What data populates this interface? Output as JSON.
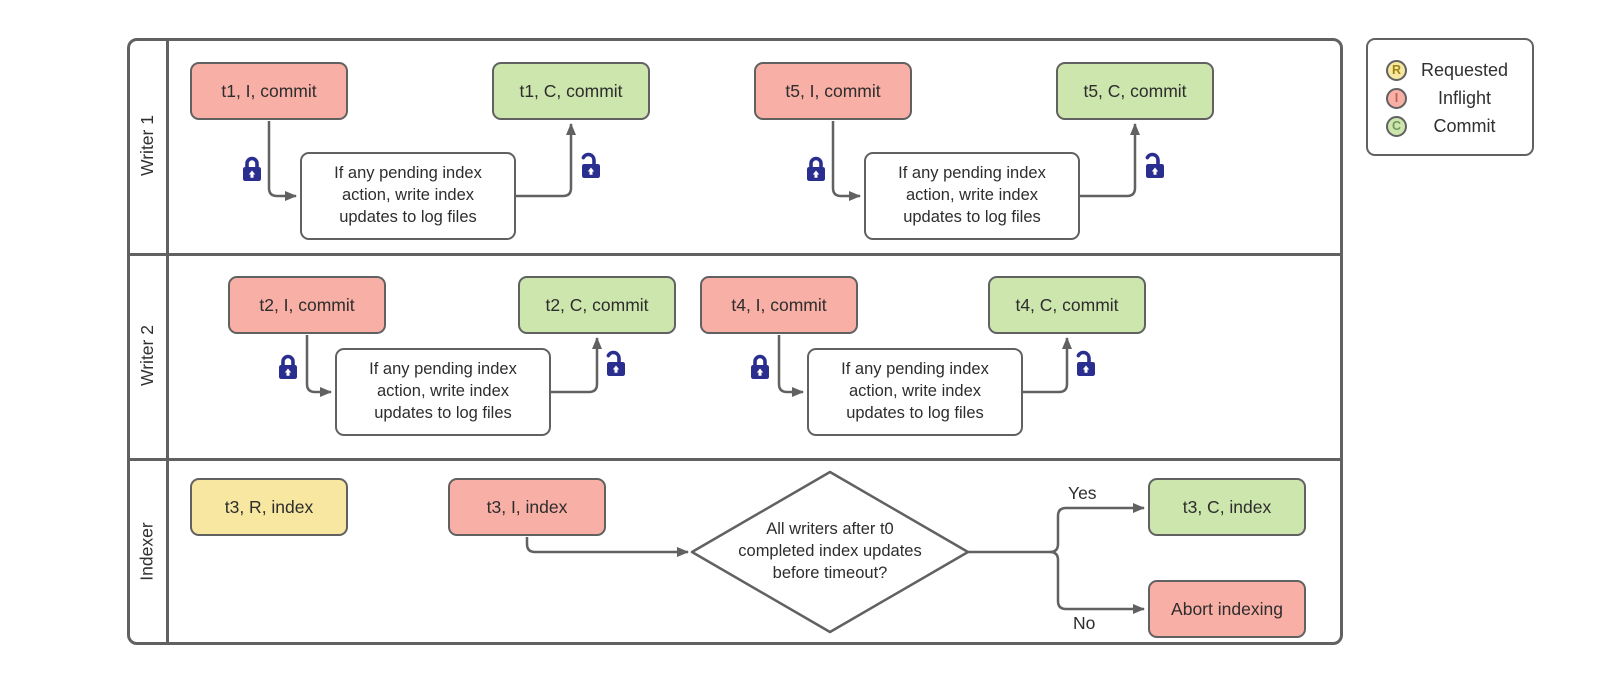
{
  "diagram": {
    "lanes": [
      {
        "label": "Writer 1"
      },
      {
        "label": "Writer 2"
      },
      {
        "label": "Indexer"
      }
    ],
    "nodes": {
      "t1i": "t1, I, commit",
      "t1c": "t1, C, commit",
      "t5i": "t5, I, commit",
      "t5c": "t5, C, commit",
      "t2i": "t2, I, commit",
      "t2c": "t2, C, commit",
      "t4i": "t4, I, commit",
      "t4c": "t4, C, commit",
      "t3r": "t3, R, index",
      "t3i": "t3, I, index",
      "t3c": "t3, C, index",
      "abort": "Abort indexing"
    },
    "process_text": "If any pending index\naction, write index\nupdates to log files",
    "decision": {
      "text": "All writers after t0\ncompleted index updates\nbefore timeout?"
    },
    "branch_labels": {
      "yes": "Yes",
      "no": "No"
    }
  },
  "legend": {
    "items": [
      {
        "symbol": "R",
        "label": "Requested"
      },
      {
        "symbol": "I",
        "label": "Inflight"
      },
      {
        "symbol": "C",
        "label": "Commit"
      }
    ]
  },
  "colors": {
    "requested_fill": "#f8e7a1",
    "inflight_fill": "#f8afa5",
    "commit_fill": "#cde6ad",
    "stroke_gray": "#616161",
    "lock_blue": "#2a2f8f",
    "text": "#2d2d2d"
  }
}
